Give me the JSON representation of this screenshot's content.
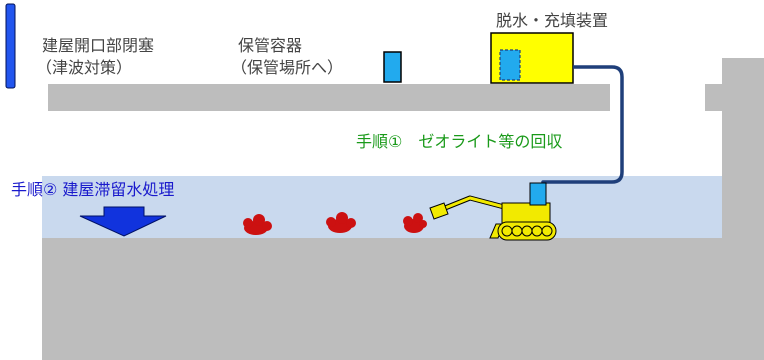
{
  "labels": {
    "building_opening_closure": "建屋開口部閉塞",
    "building_opening_closure_note": "（津波対策）",
    "storage_container": "保管容器",
    "storage_container_note": "（保管場所へ）",
    "dewatering_filling_device": "脱水・充填装置",
    "step1": "手順①　ゼオライト等の回収",
    "step2": "手順② 建屋滞留水処理"
  },
  "colors": {
    "building_gray": "#bdbdbd",
    "water_blue": "#c9d9ee",
    "closure_blue": "#2255ee",
    "container_cyan": "#22aaee",
    "device_yellow": "#ffff00",
    "hose_navy": "#1f3f7a",
    "zeolite_red": "#cc1111",
    "arrow_blue": "#1133dd",
    "excavator_yellow": "#f2ea00",
    "step1_green": "#1a9a1a",
    "step2_blue": "#1a1acc",
    "label_text": "#444444"
  },
  "icons": {
    "closure": "closure-bar-icon",
    "container": "storage-container-icon",
    "device": "dewatering-device-icon",
    "excavator": "excavator-icon",
    "zeolite": "zeolite-pile-icon",
    "arrow": "down-arrow-icon"
  }
}
